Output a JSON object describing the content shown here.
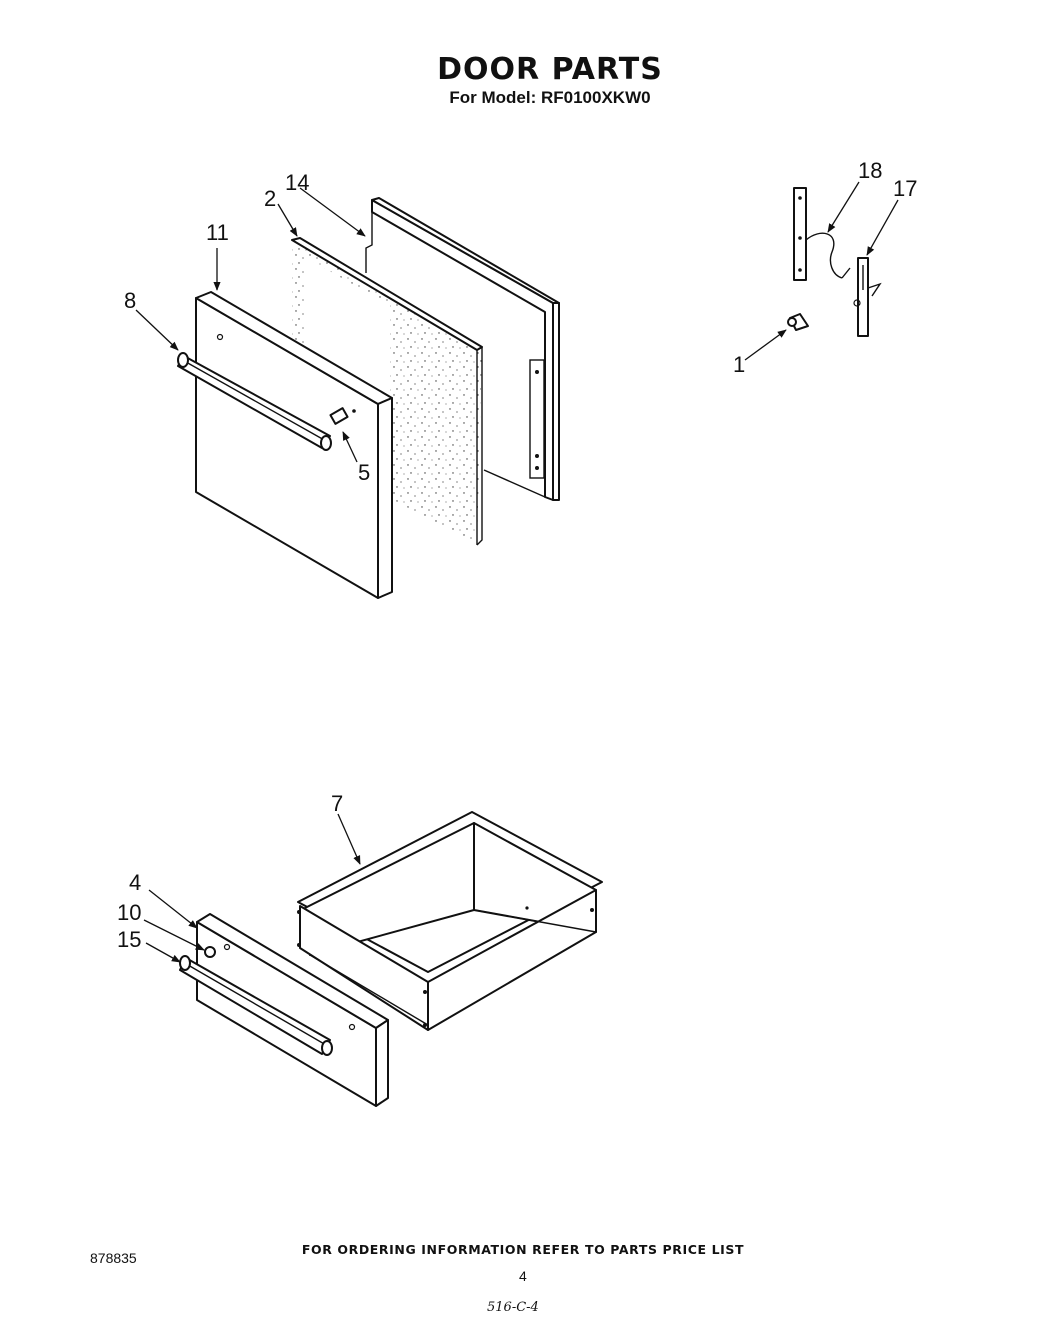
{
  "header": {
    "title": "DOOR PARTS",
    "subtitle": "For Model: RF0100XKW0"
  },
  "callouts": {
    "c1": "1",
    "c2": "2",
    "c4": "4",
    "c5": "5",
    "c7": "7",
    "c8": "8",
    "c10": "10",
    "c11": "11",
    "c14": "14",
    "c15": "15",
    "c17": "17",
    "c18": "18"
  },
  "footer": {
    "ordering_note": "FOR ORDERING INFORMATION REFER TO PARTS PRICE LIST",
    "document_number": "878835",
    "page_number": "4",
    "handwritten_note": "516-C-4"
  }
}
